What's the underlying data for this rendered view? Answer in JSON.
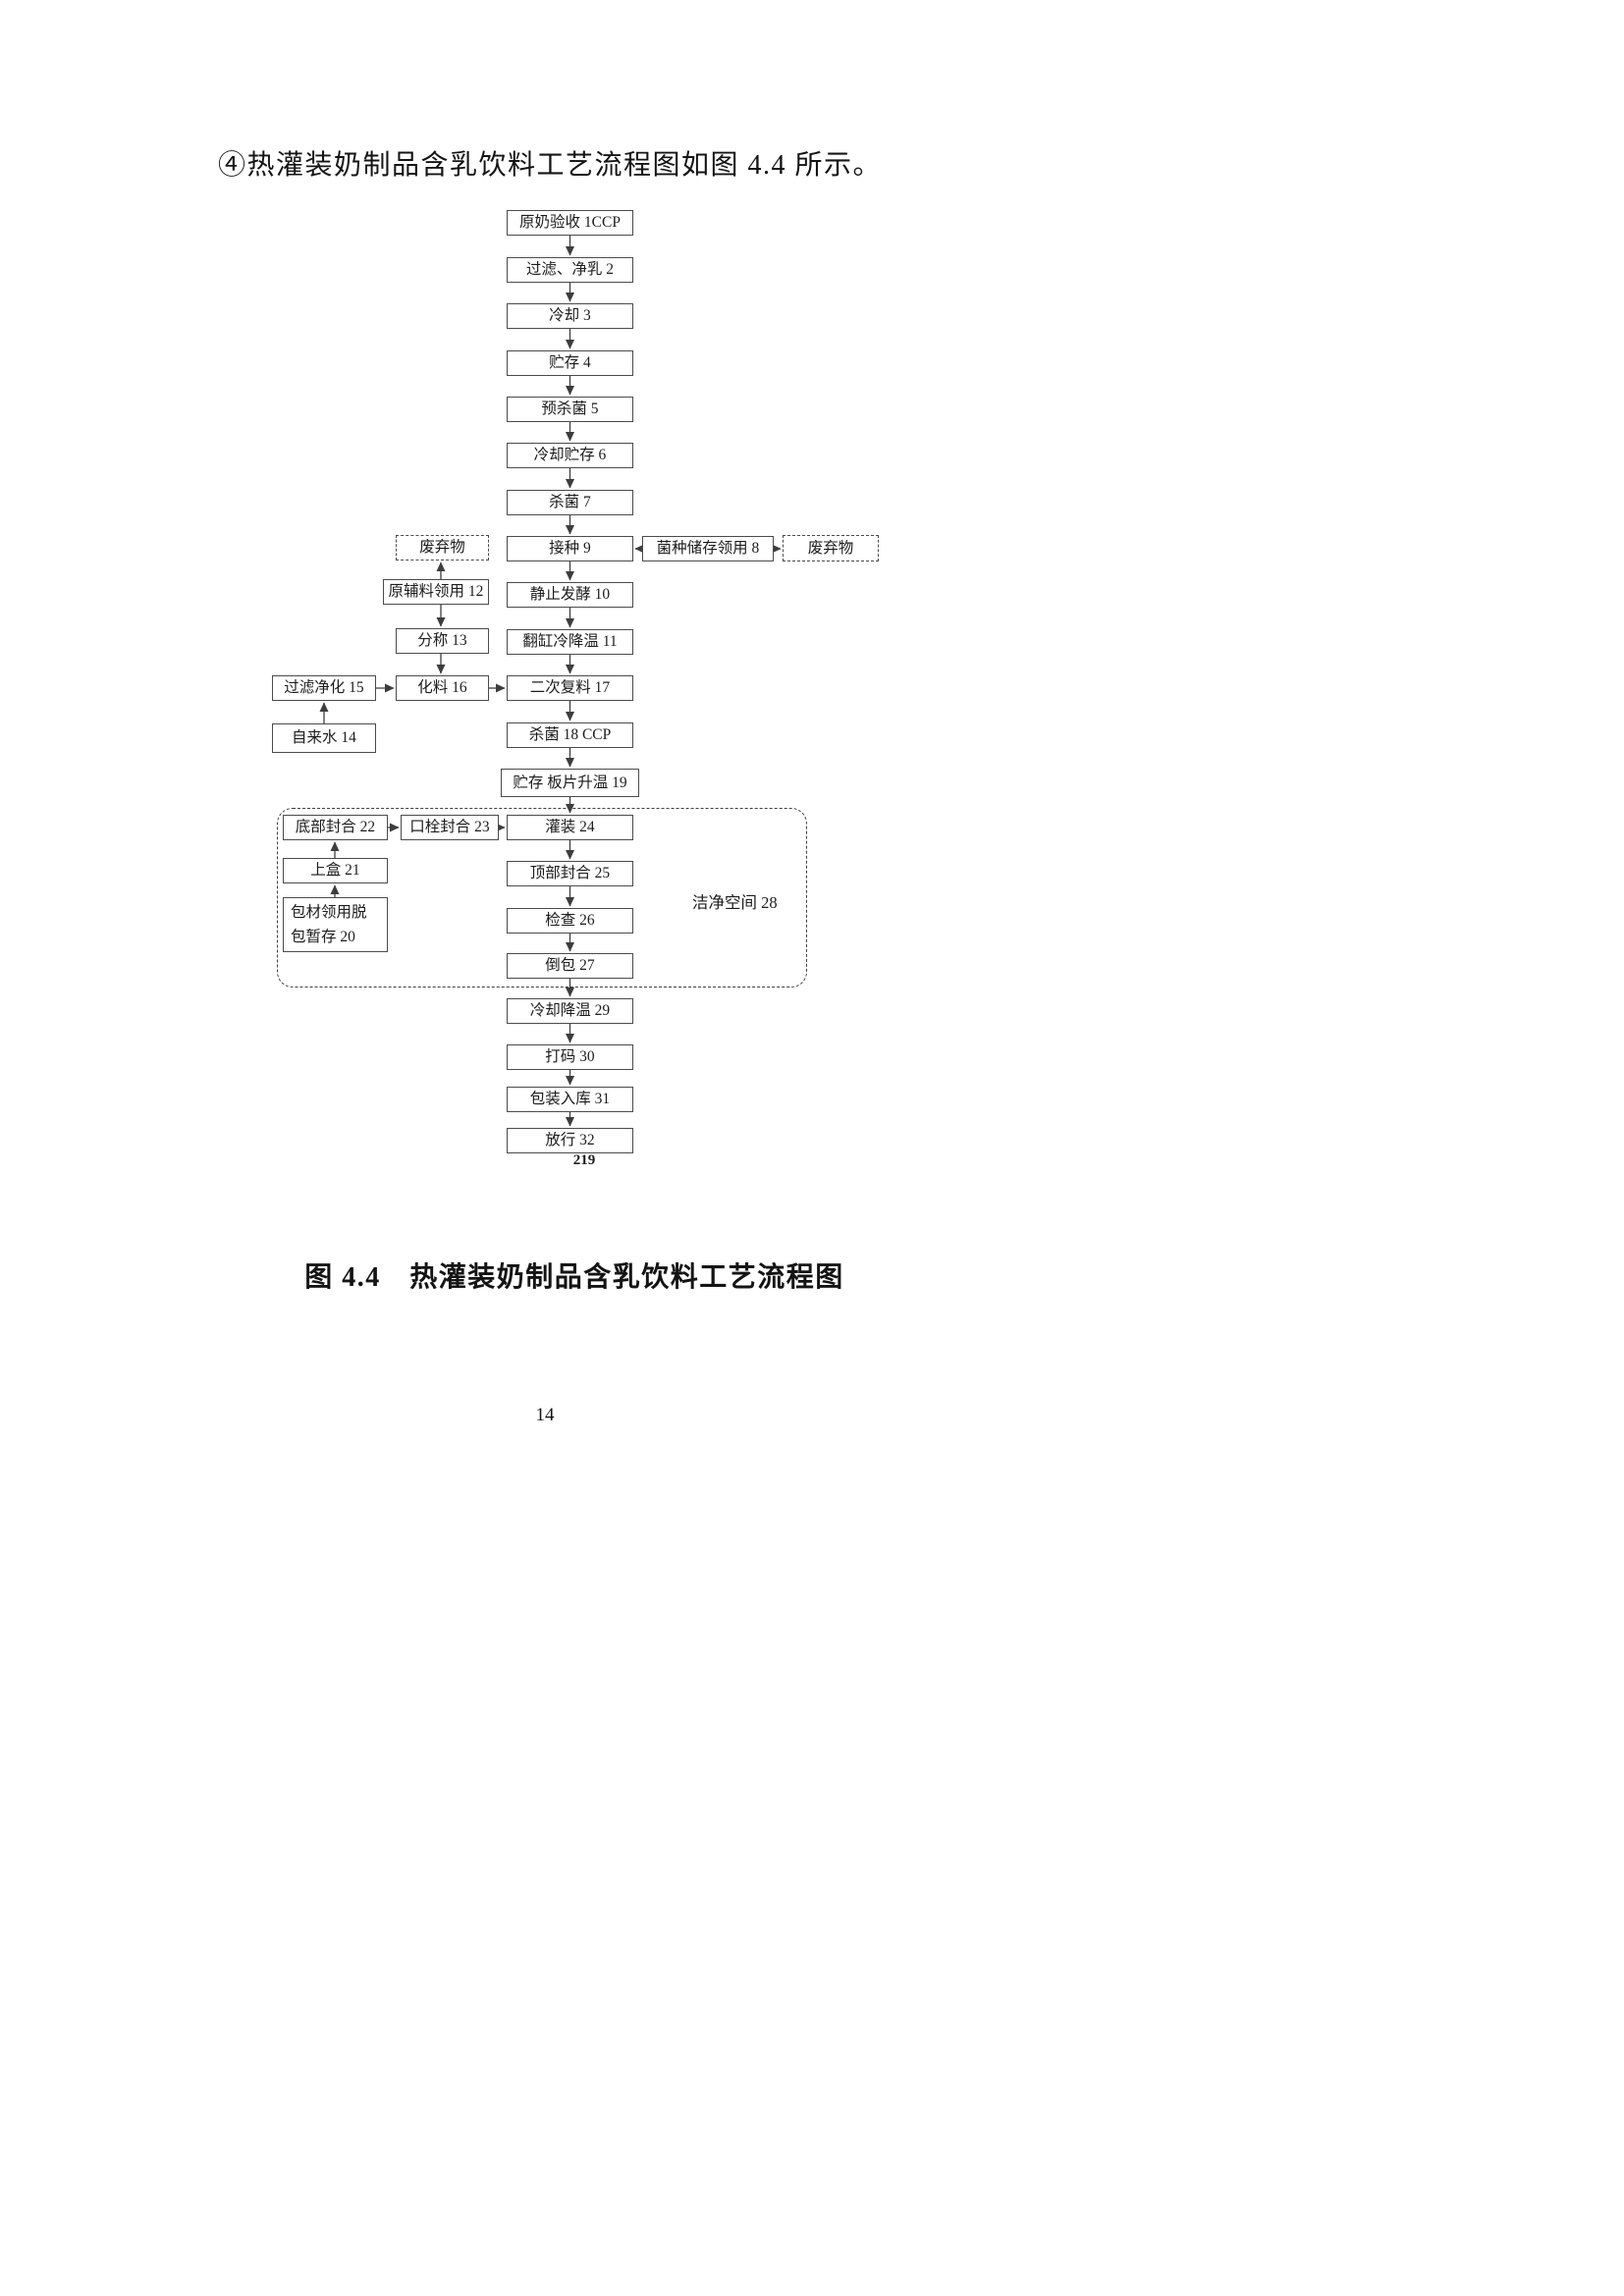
{
  "document": {
    "heading": "④热灌装奶制品含乳饮料工艺流程图如图 4.4 所示。",
    "figure_caption": "图 4.4　热灌装奶制品含乳饮料工艺流程图",
    "embedded_page_number": "219",
    "page_number": "14"
  },
  "flowchart": {
    "clean_room_label": "洁净空间 28",
    "nodes": {
      "n1": "原奶验收 1CCP",
      "n2": "过滤、净乳 2",
      "n3": "冷却 3",
      "n4": "贮存 4",
      "n5": "预杀菌 5",
      "n6": "冷却贮存 6",
      "n7": "杀菌 7",
      "n8": "菌种储存领用 8",
      "n9": "接种 9",
      "n10": "静止发酵 10",
      "n11": "翻缸冷降温 11",
      "n12": "原辅料领用 12",
      "n13": "分称 13",
      "n14": "自来水 14",
      "n15": "过滤净化 15",
      "n16": "化料 16",
      "n17": "二次复料 17",
      "n18": "杀菌 18 CCP",
      "n19": "贮存 板片升温 19",
      "n20_line1": "包材领用脱",
      "n20_line2": "包暂存 20",
      "n21": "上盒 21",
      "n22": "底部封合 22",
      "n23": "口栓封合 23",
      "n24": "灌装 24",
      "n25": "顶部封合 25",
      "n26": "检查 26",
      "n27": "倒包 27",
      "n29": "冷却降温 29",
      "n30": "打码 30",
      "n31": "包装入库 31",
      "n32": "放行 32",
      "waste_left": "废弃物",
      "waste_right": "废弃物"
    }
  },
  "colors": {
    "ink": "#1f1f1f",
    "box_border": "#4b4b4b",
    "arrow": "#3d3d3d"
  }
}
